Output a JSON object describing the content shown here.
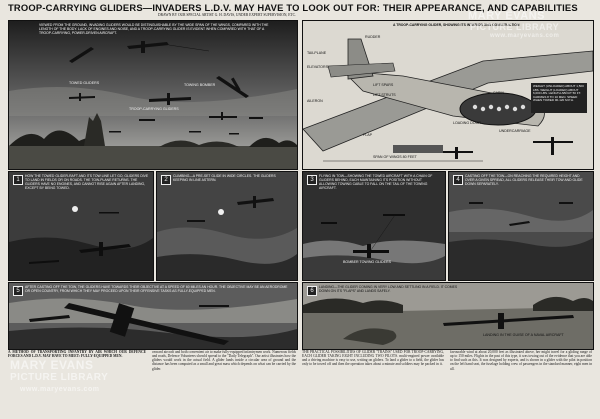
{
  "header": {
    "headline": "TROOP-CARRYING GLIDERS—INVADERS L.D.V. MAY HAVE TO LOOK OUT FOR: THEIR APPEARANCE, AND CAPABILITIES",
    "credit": "DRAWN BY OUR SPECIAL ARTIST G. H. DAVIS, UNDER EXPERT SUPERVISION, ETC."
  },
  "panels": {
    "top_left": {
      "caption": "VIEWED FROM THE GROUND, INVADING GLIDERS WOULD BE DISTINGUISHABLE BY THE WIDE SPAN OF THE WINGS, COMPARED WITH THE LENGTH OF THE BODY. LACK OF ENGINES AND NOISE, AND A TROOP-CARRYING GLIDER IS EVIDENT WHEN COMPARED WITH THAT OF A TROOP-CARRYING, POWER-DRIVEN AIRCRAFT.",
      "label_tow": "TOWED GLIDERS",
      "label_towing": "TOWING BOMBER",
      "label_troop": "TROOP-CARRYING GLIDERS"
    },
    "top_right": {
      "caption": "A TROOP-CARRYING GLIDER, SHOWING ITS INTERIOR AND CONSTRUCTION",
      "labels": [
        "TAILPLANE",
        "ELEVATORS",
        "RUDDER",
        "AILERON",
        "LIFT SPARS",
        "LIFT STRUTS",
        "FLAP",
        "UNDERCARRIAGE",
        "SPAN OF WINGS 80 FEET",
        "LOADING DOOR",
        "CABIN"
      ],
      "note": "WEIGHT (UNLOADED) ABOUT 1,500 LBS. WEIGHT (LOADED) ABOUT 6,000 LBS. LENGTH ABOUT 50 FT. CARRIES 8 TO 10 MEN. SPEED WHEN TOWED 90-120 M.P.H."
    },
    "p1": {
      "num": "1",
      "caption": "HOW THE TOWED GLIDER-RAFT AND ITS TOW LINE LET GO, GLIDERS DIVE TO LAND IN FIELDS OR ON ROADS. THE TOW-PLANE RETURNS. THE GLIDERS HAVE NO ENGINES, AND CANNOT RISE AGAIN AFTER LANDING, EXCEPT BY BEING TOWED."
    },
    "p2": {
      "num": "2",
      "caption": "CLIMBING—A PRE-SET GLIDE IN WIDE CIRCLES. THE GLIDERS KEEPING IN LINE ASTERN."
    },
    "p3": {
      "num": "3",
      "caption": "FLYING IN TOW—SHOWING THE TOWED AIRCRAFT WITH A CHAIN OF GLIDERS BEHIND, EACH MAINTAINING ITS POSITION WITHOUT ALLOWING TOWING CABLE TO FALL ON THE TAIL OF THE TOWING AIRCRAFT.",
      "label": "BOMBER TOWING GLIDERS"
    },
    "p4": {
      "num": "4",
      "caption": "CASTING OFF THE TOW—ON REACHING THE REQUIRED HEIGHT AND OVER A GIVEN SPREAD, ALL GLIDERS RELEASE THEIR TOW AND GLIDE DOWN SEPARATELY."
    },
    "p5": {
      "num": "5",
      "caption": "AFTER CASTING OFF THE TOW, THE GLIDERS HAVE TOWARDS THEIR OBJECTIVE AT A SPEED OF 60 MILES AN HOUR. THE OBJECTIVE MAY BE AN AERODROME OR OPEN COUNTRY, FROM WHICH THEY MAY PROCEED UPON THEIR OFFENSIVE TASKS AS FULLY-EQUIPPED MEN."
    },
    "p6": {
      "num": "6",
      "caption": "LANDING—THE GLIDER COMING IN VERY LOW AND SETTLING IN A FIELD. IT COMES DOWN ON ITS \"FLAPS\" AND LANDS SAFELY.",
      "label": "LANDING IN THE GUISE OF A NAVAL AIRCRAFT"
    }
  },
  "body": {
    "col1": "A METHOD OF TRANSPORTING INFANTRY BY AIR WHICH OUR DEFENCE FORCES AND L.D.V. MAY HAVE TO MEET: FULLY-EQUIPPED MEN.",
    "col2": "onward aircraft and both convenient air to make fully-equipped infantrymen work. Numerous fields and roads, Defence Volunteers showld spread to the \"Daily Telegraph\". Our artist illustrates how the gliders would work in the actual field. A glider lands inside a circular area of ground and the distance has been computed as a small and great mass which depends on what can be carried by the glider.",
    "col3": "THE PRACTICAL POSSIBILITIES OF GLIDER \"TRAINS\" USED FOR TROOP-CARRYING, EACH GLIDER TAKING EIGHT INCLUDING TWO PILOTS. multi-engined power available and a driving machine is easy to use, writing on gliders. To land a glider to a field, the glider has only to be towed off and then the operation takes about a minute and soldiers may be packed in it.",
    "col4": "favourable wind at about 20,000 feet as illustrated above, her might travel for a gliding range of up to 150 miles. Flights in the past of this type, it was towing out of the evidence that you are able to find such as this. It was designed by experts, and is shown in a glider with the pilot in position on the left hand seat, the fuselage holding crew of passengers in the standard manner, eight men in all."
  },
  "watermarks": [
    "MARY EVANS",
    "PICTURE LIBRARY",
    "www.maryevans.com"
  ]
}
